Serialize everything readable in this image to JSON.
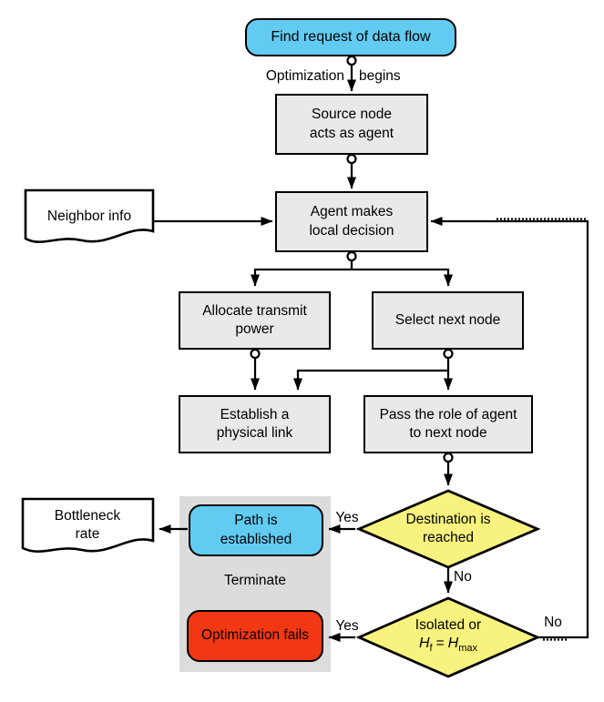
{
  "colors": {
    "node_blue": "#62cbf2",
    "node_yellow": "#f8f37e",
    "node_red": "#f23812",
    "node_gray": "#e9e9e9",
    "region_gray": "#dcdcdc",
    "line_black": "#000000",
    "doc_white": "#ffffff"
  },
  "nodes": {
    "find_request": {
      "label": "Find request of data flow"
    },
    "source_node": {
      "label": "Source node acts as agent"
    },
    "neighbor_info": {
      "label": "Neighbor info"
    },
    "agent_decision": {
      "label": "Agent makes local decision"
    },
    "allocate_power": {
      "label": "Allocate transmit power"
    },
    "select_next_node": {
      "label": "Select next node"
    },
    "establish_link": {
      "label": "Establish a physical link"
    },
    "pass_role": {
      "label": "Pass the role of agent to next node"
    },
    "destination_reached": {
      "label": "Destination is reached"
    },
    "path_established": {
      "label": "Path is established"
    },
    "bottleneck_rate": {
      "label": "Bottleneck rate"
    },
    "terminate": {
      "label": "Terminate"
    },
    "optimization_fails": {
      "label": "Optimization fails"
    },
    "isolated": {
      "line1": "Isolated or",
      "var1": "H",
      "sub1": "f",
      "equals": "=",
      "var2": "H",
      "sub2": "max"
    }
  },
  "edge_labels": {
    "optimization": "Optimization",
    "begins": "begins",
    "destination_yes": "Yes",
    "destination_no": "No",
    "isolated_yes": "Yes",
    "isolated_no": "No"
  }
}
